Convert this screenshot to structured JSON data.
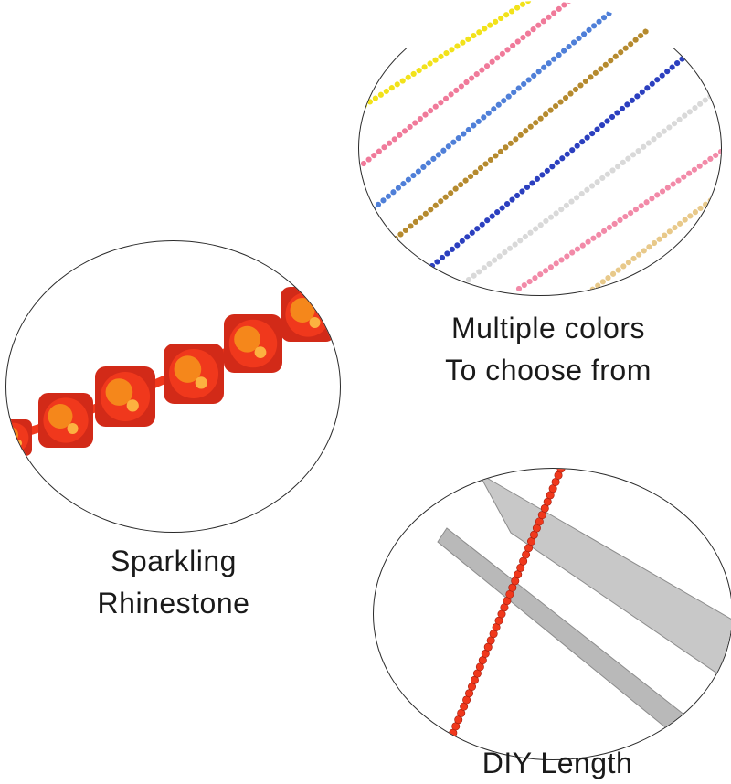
{
  "captions": {
    "colors_line1": "Multiple colors",
    "colors_line2": "To choose from",
    "rhinestone_line1": "Sparkling",
    "rhinestone_line2": "Rhinestone",
    "diy": "DIY Length"
  },
  "chain_colors": [
    "#f2e21a",
    "#f07a9a",
    "#4f7fd8",
    "#b58a2e",
    "#2b3fbf",
    "#d9d9d9",
    "#f28aa8",
    "#e8c98a"
  ],
  "rhinestone_color": "#f0381c",
  "blade_color": "#c8c8c8"
}
